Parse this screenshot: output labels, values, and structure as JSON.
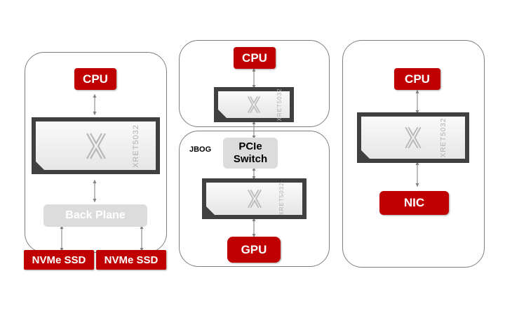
{
  "colors": {
    "accent": "#c00000",
    "panel_border": "#7f7f7f",
    "card_frame": "#404040",
    "grey_box": "#dcdcdc"
  },
  "left_panel": {
    "cpu": "CPU",
    "card_part": "XRET5032",
    "backplane": "Back Plane",
    "ssd_1": "NVMe SSD",
    "ssd_2": "NVMe SSD"
  },
  "middle_top": {
    "cpu": "CPU",
    "card_part": "XRET5032"
  },
  "middle_bottom": {
    "tag": "JBOG",
    "switch_line1": "PCIe",
    "switch_line2": "Switch",
    "card_part": "XRET5032",
    "gpu": "GPU"
  },
  "right_panel": {
    "cpu": "CPU",
    "card_part": "XRET5032",
    "nic": "NIC"
  }
}
